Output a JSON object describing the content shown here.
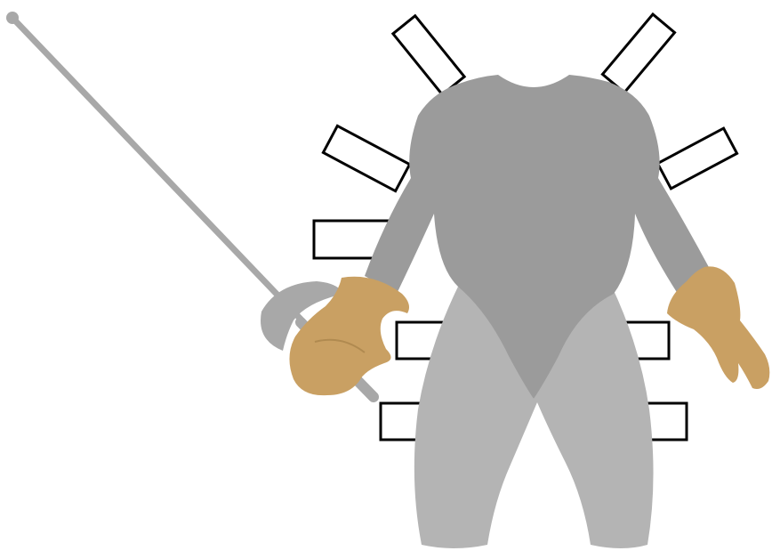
{
  "diagram": {
    "subject": "fencing-equipment",
    "colors": {
      "background": "#ffffff",
      "jacket": "#9b9b9b",
      "breeches": "#b4b4b4",
      "glove": "#c9a063",
      "weapon": "#a8a8a8",
      "box_stroke": "#000000",
      "box_fill": "#ffffff"
    },
    "label_boxes": [
      {
        "id": "top-left",
        "text": ""
      },
      {
        "id": "top-right",
        "text": ""
      },
      {
        "id": "upper-left",
        "text": ""
      },
      {
        "id": "upper-right",
        "text": ""
      },
      {
        "id": "middle-left",
        "text": ""
      },
      {
        "id": "lower-left",
        "text": ""
      },
      {
        "id": "lower-right",
        "text": ""
      },
      {
        "id": "bottom-left",
        "text": ""
      },
      {
        "id": "bottom-right",
        "text": ""
      }
    ],
    "parts": [
      {
        "id": "foil",
        "icon": "foil-sword-icon"
      },
      {
        "id": "jacket",
        "icon": "fencing-jacket-icon"
      },
      {
        "id": "breeches",
        "icon": "breeches-icon"
      },
      {
        "id": "left-glove",
        "icon": "glove-icon"
      },
      {
        "id": "right-glove",
        "icon": "glove-icon"
      }
    ]
  }
}
